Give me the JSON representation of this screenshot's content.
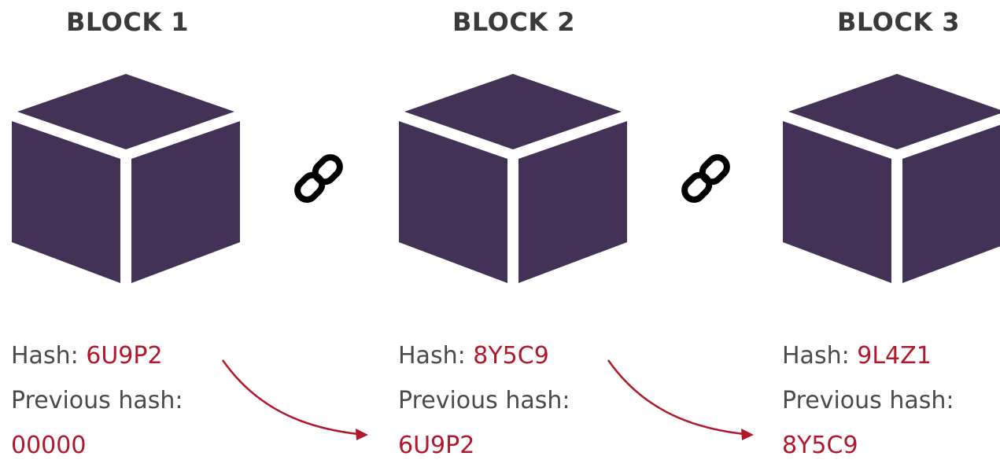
{
  "blocks": [
    {
      "title": "BLOCK 1",
      "hash_label": "Hash:",
      "hash": "6U9P2",
      "prev_label": "Previous hash:",
      "prev_hash": "00000"
    },
    {
      "title": "BLOCK 2",
      "hash_label": "Hash:",
      "hash": "8Y5C9",
      "prev_label": "Previous hash:",
      "prev_hash": "6U9P2"
    },
    {
      "title": "BLOCK 3",
      "hash_label": "Hash:",
      "hash": "9L4Z1",
      "prev_label": "Previous hash:",
      "prev_hash": "8Y5C9"
    }
  ],
  "colors": {
    "cube": "#433255",
    "hash_accent": "#b0182c",
    "title_text": "#3a3a3a",
    "body_text": "#4a4a4a",
    "link_icon": "#000000"
  },
  "icons": [
    "cube-icon",
    "chain-link-icon",
    "curved-arrow-icon"
  ]
}
